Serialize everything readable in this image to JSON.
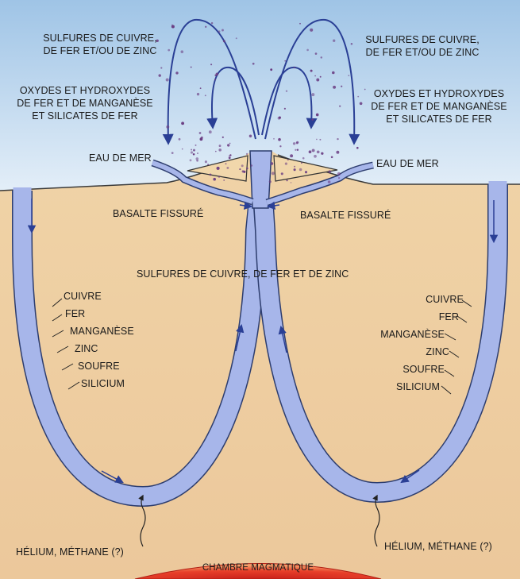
{
  "labels": {
    "sulfides_left": [
      "SULFURES DE CUIVRE,",
      "DE FER ET/OU DE ZINC"
    ],
    "sulfides_right": [
      "SULFURES DE CUIVRE,",
      "DE FER ET/OU DE ZINC"
    ],
    "oxides_left": [
      "OXYDES ET HYDROXYDES",
      "DE FER ET DE MANGANÈSE",
      "ET SILICATES DE FER"
    ],
    "oxides_right": [
      "OXYDES ET HYDROXYDES",
      "DE FER ET DE MANGANÈSE",
      "ET SILICATES DE FER"
    ],
    "seawater_left": "EAU DE MER",
    "seawater_right": "EAU DE MER",
    "basalt_left": "BASALTE FISSURÉ",
    "basalt_right": "BASALTE FISSURÉ",
    "center_sulfides": "SULFURES DE CUIVRE, DE FER ET DE ZINC",
    "elements_left": [
      "CUIVRE",
      "FER",
      "MANGANÈSE",
      "ZINC",
      "SOUFRE",
      "SILICIUM"
    ],
    "elements_right": [
      "CUIVRE",
      "FER",
      "MANGANÈSE",
      "ZINC",
      "SOUFRE",
      "SILICIUM"
    ],
    "gases_left": "HÉLIUM, MÉTHANE (?)",
    "gases_right": "HÉLIUM, MÉTHANE (?)",
    "magma_chamber": "CHAMBRE MAGMATIQUE"
  },
  "colors": {
    "sea_top": "#9fc4e6",
    "sea_bottom": "#e3eef8",
    "crust_top": "#f1d7ab",
    "crust_bottom": "#ecc89b",
    "channel": "#a7b6ea",
    "channel_edge": "#2d3d6e",
    "arrow": "#2a3f95",
    "magma": "#e8402a",
    "particle": "#6a3c82"
  }
}
